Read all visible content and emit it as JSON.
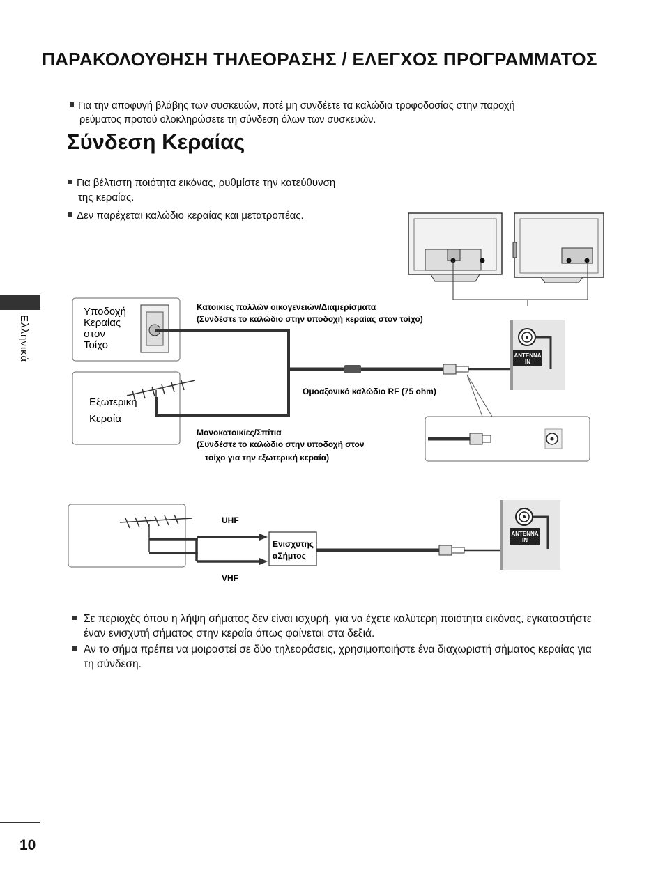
{
  "header": {
    "title": "ΠΑΡΑΚΟΛΟΥΘΗΣΗ ΤΗΛΕΟΡΑΣΗΣ / ΕΛΕΓΧΟΣ ΠΡΟΓΡΑΜΜΑΤΟΣ"
  },
  "warning": {
    "line1": "Για την αποφυγή βλάβης των συσκευών, ποτέ μη συνδέετε τα καλώδια τροφοδοσίας στην παροχή",
    "line2": "ρεύματος προτού ολοκληρώσετε τη σύνδεση όλων των συσκευών."
  },
  "section": {
    "title": "Σύνδεση Κεραίας"
  },
  "notes": {
    "item1_line1": "Για βέλτιστη ποιότητα εικόνας, ρυθμίστε την κατεύθυνση",
    "item1_line2": "της κεραίας.",
    "item2": "Δεν παρέχεται καλώδιο κεραίας και μετατροπέας."
  },
  "sidebar": {
    "language": "Ελληνικά"
  },
  "diagram1": {
    "wall_socket_label": [
      "Υποδοχή",
      "Κεραίας",
      "στον",
      "Τοίχο"
    ],
    "outdoor_antenna_label": [
      "Εξωτερική",
      "Κεραία"
    ],
    "multi_family_title": "Κατοικίες πολλών οικογενειών/Διαμερίσματα",
    "multi_family_note": "(Συνδέστε το καλώδιο στην υποδοχή κεραίας στον τοίχο)",
    "cable_label": "Ομοαξονικό καλώδιο RF (75 ohm)",
    "single_family_title": "Μονοκατοικίες/Σπίτια",
    "single_family_note_1": "(Συνδέστε το καλώδιο στην υποδοχή στον",
    "single_family_note_2": "τοίχο για την εξωτερική κεραία)",
    "port_label": [
      "ANTENNA",
      "IN"
    ]
  },
  "diagram2": {
    "uhf_label": "UHF",
    "vhf_label": "VHF",
    "amplifier_label": [
      "Ενισχυτής",
      "αΣήμτος"
    ],
    "port_label": [
      "ANTENNA",
      "IN"
    ]
  },
  "bottom_notes": {
    "item1": "Σε περιοχές όπου η λήψη σήματος δεν είναι ισχυρή, για να έχετε καλύτερη ποιότητα εικόνας, εγκαταστήστε έναν ενισχυτή σήματος στην κεραία όπως φαίνεται στα δεξιά.",
    "item2": "Αν το σήμα πρέπει να μοιραστεί σε δύο τηλεοράσεις, χρησιμοποιήστε ένα διαχωριστή σήματος κεραίας για τη σύνδεση."
  },
  "page_number": "10"
}
